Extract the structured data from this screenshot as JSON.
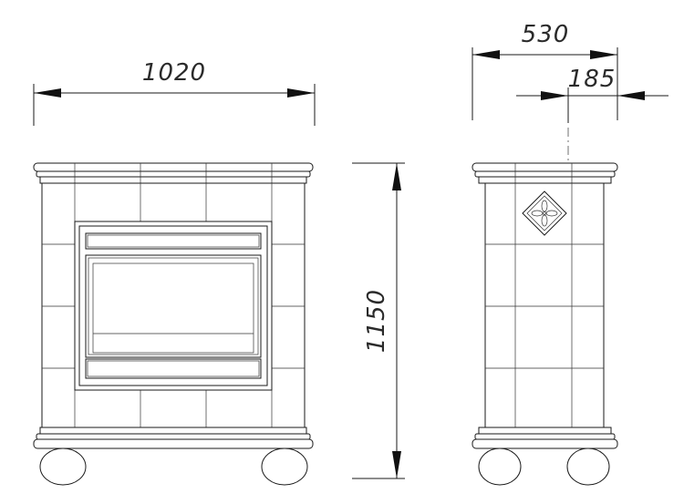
{
  "dimensions": {
    "width_front": "1020",
    "height": "1150",
    "depth_side": "530",
    "depth_partial": "185"
  },
  "colors": {
    "line": "#1a1a1a",
    "background": "#ffffff"
  }
}
